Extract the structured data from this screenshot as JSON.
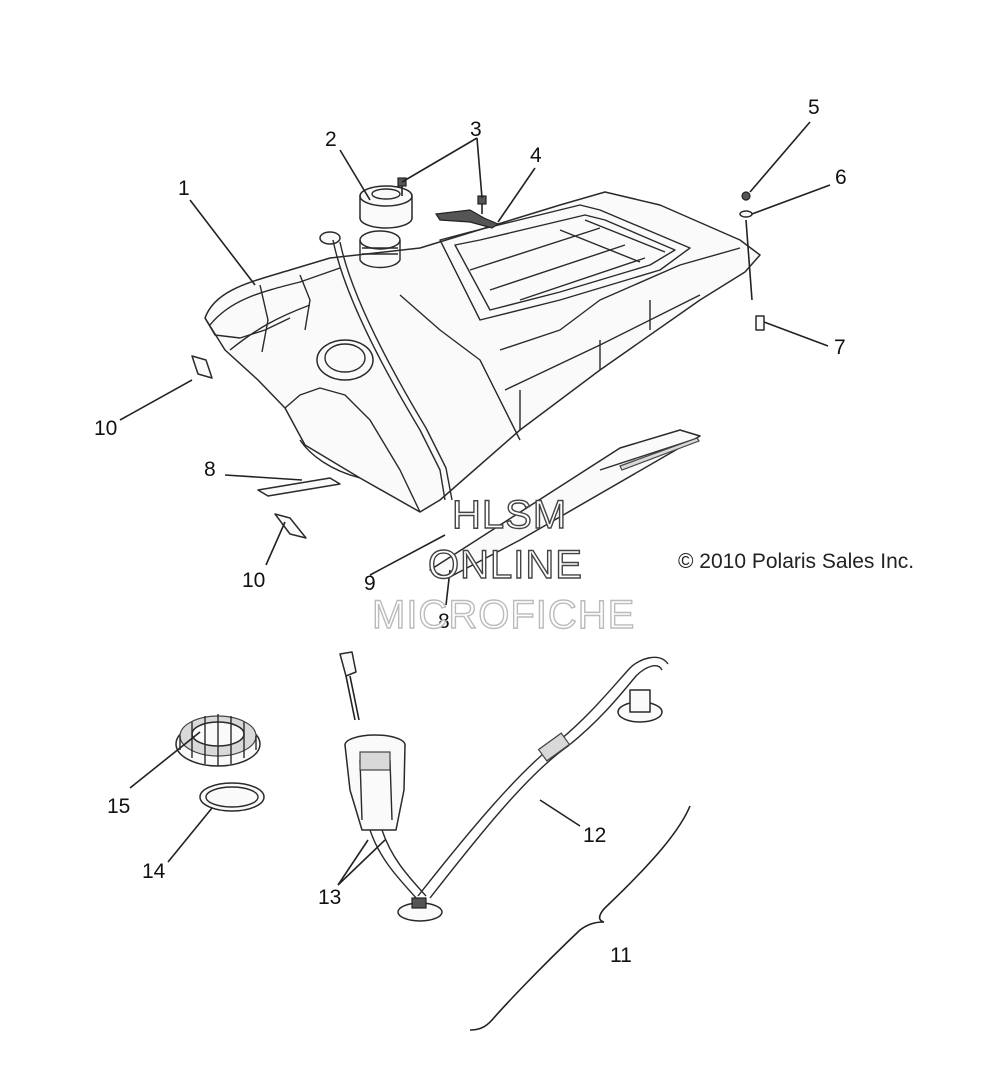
{
  "callouts": {
    "c1": "1",
    "c2": "2",
    "c3": "3",
    "c4": "4",
    "c5": "5",
    "c6": "6",
    "c7": "7",
    "c8a": "8",
    "c8b": "8",
    "c9": "9",
    "c10a": "10",
    "c10b": "10",
    "c11": "11",
    "c12": "12",
    "c13": "13",
    "c14": "14",
    "c15": "15"
  },
  "copyright": "© 2010 Polaris Sales Inc.",
  "watermark": {
    "line1": "HLSM",
    "line2": "ONLINE",
    "line3": "MICROFICHE"
  }
}
